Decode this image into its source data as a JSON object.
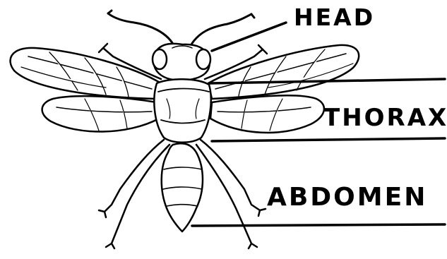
{
  "labels": {
    "head": "HEAD",
    "thorax": "THORAX",
    "abdomen": "ABDOMEN"
  },
  "colors": {
    "ink": "#000000",
    "paper": "#ffffff"
  }
}
